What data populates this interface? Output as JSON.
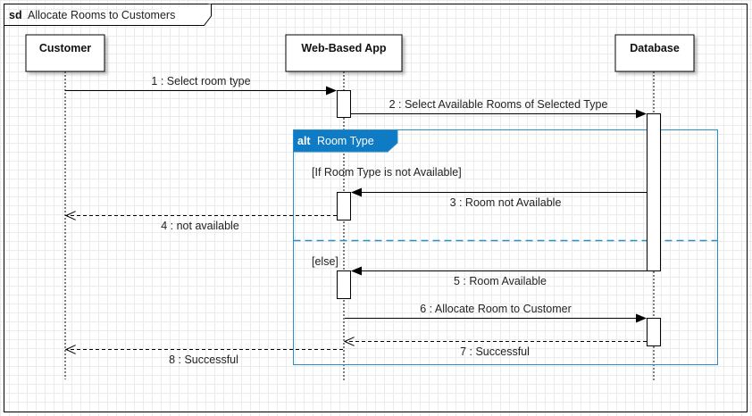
{
  "frame": {
    "keyword": "sd",
    "title": "Allocate Rooms to Customers"
  },
  "lifelines": [
    {
      "id": "customer",
      "label": "Customer"
    },
    {
      "id": "app",
      "label": "Web-Based App"
    },
    {
      "id": "db",
      "label": "Database"
    }
  ],
  "messages": [
    {
      "label": "1 : Select room type"
    },
    {
      "label": "2 : Select Available Rooms of Selected Type"
    },
    {
      "label": "3 : Room not Available"
    },
    {
      "label": "4 : not available"
    },
    {
      "label": "5 : Room Available"
    },
    {
      "label": "6 : Allocate Room to Customer"
    },
    {
      "label": "7 : Successful"
    },
    {
      "label": "8 : Successful"
    }
  ],
  "fragment": {
    "operator": "alt",
    "name": "Room Type",
    "guards": [
      "[If Room Type is not Available]",
      "[else]"
    ]
  },
  "colors": {
    "fragment": "#2a8fc7",
    "fragment_tab": "#0f7bc4",
    "line": "#000000"
  }
}
